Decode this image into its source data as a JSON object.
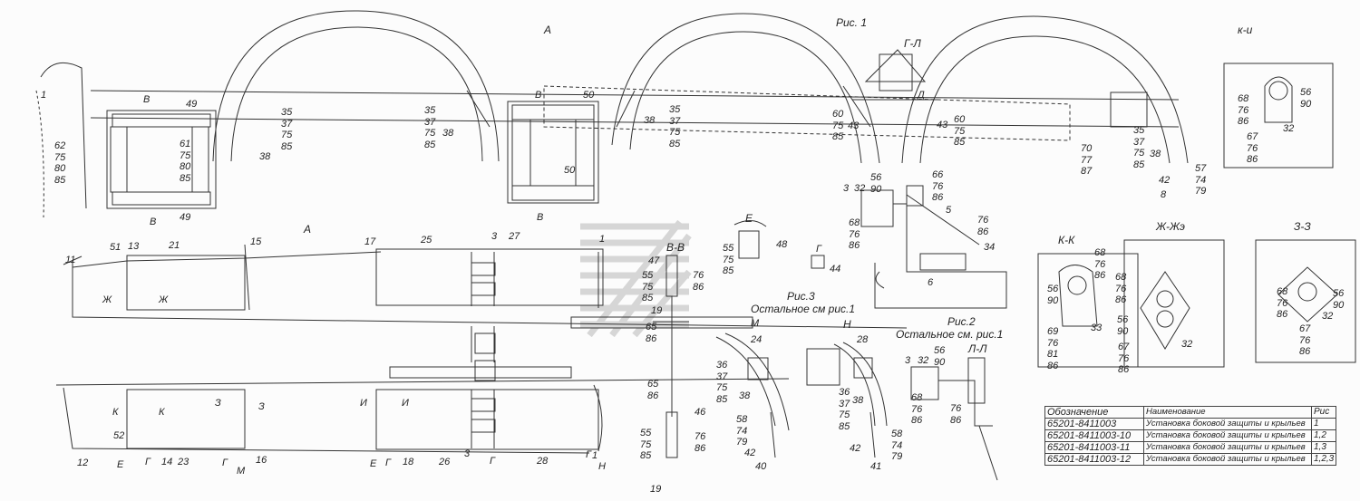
{
  "figure_titles": {
    "fig1": "Рис. 1",
    "fig2": "Рис.2",
    "fig2_note": "Остальное см. рис.1",
    "fig3": "Рис.3",
    "fig3_note": "Остальное см рис.1"
  },
  "section_titles": {
    "ki": "к-и",
    "kk": "К-К",
    "zhzh": "Ж-Жэ",
    "zz": "З-З",
    "vv": "В-В",
    "ll": "Л-Л",
    "n": "Н",
    "e": "Е",
    "gl": "Г-Л",
    "a_top": "А",
    "a_mid": "А"
  },
  "callouts": {
    "t1": "1",
    "t62": "62\n75\n80\n85",
    "t49a": "49",
    "tB1": "В",
    "t61": "61\n75\n80\n85",
    "t49b": "49",
    "tB2": "В",
    "t35a": "35\n37\n75\n85",
    "t38a": "38",
    "t35b": "35\n37\n75\n85",
    "t38b": "38",
    "tB3": "В",
    "t50a": "50",
    "t50b": "50",
    "tB4": "В",
    "t35c": "35\n37\n75\n85",
    "t38c": "38",
    "t60a": "60\n75\n85",
    "t43a": "43",
    "tD": "Д",
    "t43b": "43",
    "t60b": "60\n75\n85",
    "t70": "70\n77\n87",
    "t35d": "35\n37\n75\n85",
    "t38d": "38",
    "t42a": "42",
    "t8": "8",
    "t57": "57\n74\n79",
    "t68a": "68\n76\n86",
    "t56a": "56\n90",
    "t67a": "67\n76\n86",
    "t32a": "32",
    "t11": "11",
    "t51": "51",
    "t13": "13",
    "t21": "21",
    "t15": "15",
    "t17": "17",
    "t25": "25",
    "t3a": "3",
    "t27": "27",
    "t1b": "1",
    "tZh": "Ж",
    "tZh2": "Ж",
    "t47": "47",
    "t55a": "55\n75\n85",
    "t76a": "76\n86",
    "t19a": "19",
    "t65a": "65\n86",
    "t55b": "55\n75\n85",
    "t48": "48",
    "tG44": "Г",
    "t44": "44",
    "tM": "М",
    "t24": "24",
    "t3b": "3",
    "t32b": "32",
    "t56b": "56\n90",
    "t68b": "68\n76\n86",
    "t66": "66\n76\n86",
    "t5": "5",
    "t76b": "76\n86",
    "t34": "34",
    "t6": "6",
    "t36a": "36\n37\n75\n85",
    "t38e": "38",
    "t58a": "58\n74\n79",
    "t42b": "42",
    "t40": "40",
    "t28a": "28",
    "t36b": "36\n37\n75\n85",
    "t38f": "38",
    "t58b": "58\n74\n79",
    "t42c": "42",
    "t41": "41",
    "t3c": "3",
    "t32c": "32",
    "t56c": "56\n90",
    "t68c": "68\n76\n86",
    "t76c": "76\n86",
    "t68d": "68\n76\n86",
    "t56d": "56\n90",
    "t69": "69\n76\n81\n86",
    "t33": "33",
    "t68e": "68\n76\n86",
    "t56e": "56\n90",
    "t67b": "67\n76\n86",
    "t32d": "32",
    "t68f": "68\n76\n86",
    "t56f": "56\n90",
    "t32e": "32",
    "t67c": "67\n76\n86",
    "t12": "12",
    "tK1": "К",
    "tK2": "К",
    "t52": "52",
    "tE1": "Е",
    "tG1": "Г",
    "t14": "14",
    "t23": "23",
    "tZ1": "З",
    "tZ2": "З",
    "tG2": "Г",
    "tM2": "М",
    "t16": "16",
    "tI1": "И",
    "tI2": "И",
    "tE2": "Е",
    "tG3": "Г",
    "t18": "18",
    "t26": "26",
    "t3d": "3",
    "tG4": "Г",
    "t28b": "28",
    "tG5": "Г",
    "t1c": "1",
    "tH": "Н",
    "t65b": "65\n86",
    "t46": "46",
    "t76d": "76\n86",
    "t55c": "55\n75\n85",
    "t19b": "19"
  },
  "spec_table": {
    "headers": [
      "Обозначение",
      "Наименование",
      "Рис"
    ],
    "rows": [
      [
        "65201-8411003",
        "Установка боковой защиты и крыльев",
        "1"
      ],
      [
        "65201-8411003-10",
        "Установка боковой защиты и крыльев",
        "1,2"
      ],
      [
        "65201-8411003-11",
        "Установка боковой защиты и крыльев",
        "1,3"
      ],
      [
        "65201-8411003-12",
        "Установка боковой защиты и крыльев",
        "1,2,3"
      ]
    ]
  },
  "colors": {
    "ink": "#222222",
    "paper": "#fcfcfc",
    "watermark": "#d6d6d6"
  }
}
